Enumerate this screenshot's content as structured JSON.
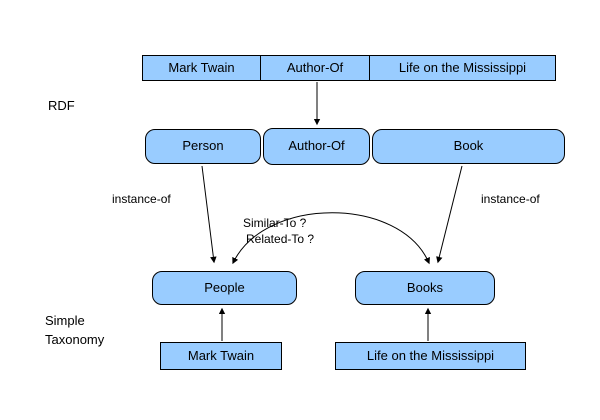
{
  "diagram": {
    "rdf_label": "RDF",
    "taxonomy_label_line1": "Simple",
    "taxonomy_label_line2": "Taxonomy",
    "statement_row": {
      "subject": "Mark Twain",
      "predicate": "Author-Of",
      "object": "Life on the Mississippi"
    },
    "schema_row": {
      "person": "Person",
      "predicate": "Author-Of",
      "book": "Book"
    },
    "edge_labels": {
      "instance_of_left": "instance-of",
      "instance_of_right": "instance-of",
      "similar_to": "Similar-To ?",
      "related_to": "Related-To ?"
    },
    "taxonomy_row": {
      "people": "People",
      "books": "Books"
    },
    "instance_row": {
      "mark_twain": "Mark Twain",
      "life": "Life on the Mississippi"
    },
    "colors": {
      "box_fill": "#99ccff",
      "box_border": "#000000",
      "arrow": "#000000",
      "background": "#ffffff"
    }
  }
}
